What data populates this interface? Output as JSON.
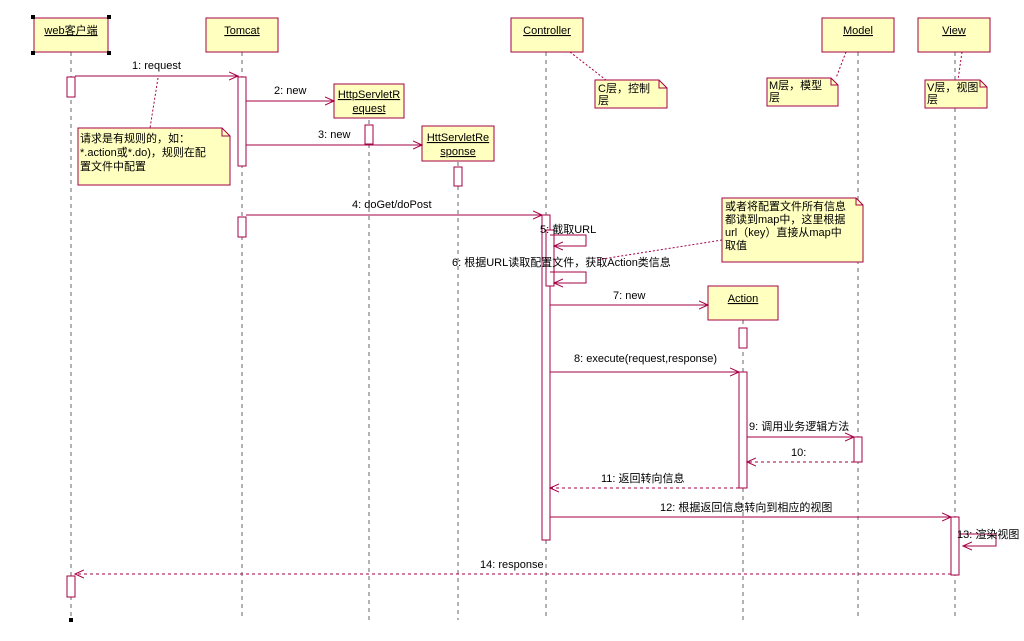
{
  "objects": {
    "web": "web客户端",
    "tomcat": "Tomcat",
    "request_line1": "HttpServletR",
    "request_line2": "equest",
    "response_line1": "HttServletRe",
    "response_line2": "sponse",
    "controller": "Controller",
    "action": "Action",
    "model": "Model",
    "view": "View"
  },
  "messages": {
    "m1": "1: request",
    "m2": "2: new",
    "m3": "3: new",
    "m4": "4: doGet/doPost",
    "m5": "5: 截取URL",
    "m6": "6: 根据URL读取配置文件，获取Action类信息",
    "m7": "7: new",
    "m8": "8: execute(request,response)",
    "m9": "9: 调用业务逻辑方法",
    "m10": "10:",
    "m11": "11: 返回转向信息",
    "m12": "12: 根据返回信息转向到相应的视图",
    "m13": "13: 渲染视图",
    "m14": "14: response"
  },
  "notes": {
    "controller": [
      "C层，控制",
      "层"
    ],
    "model": [
      "M层，模型",
      "层"
    ],
    "view": [
      "V层，视图",
      "层"
    ],
    "request_rule": [
      "请求是有规则的，如：",
      "*.action或*.do)，规则在配",
      "置文件中配置"
    ],
    "config_map": [
      "或者将配置文件所有信息",
      "都读到map中，这里根据",
      "url（key）直接从map中",
      "取值"
    ]
  }
}
